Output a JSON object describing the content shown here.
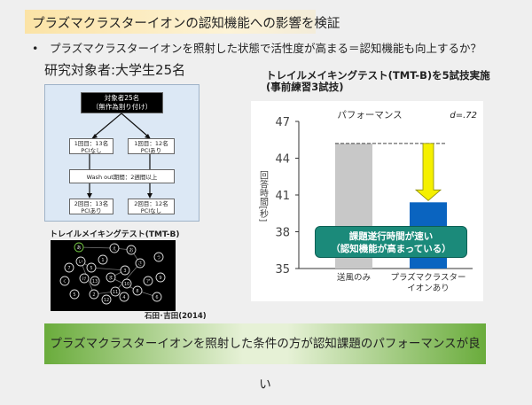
{
  "title": "プラズマクラスターイオンの認知機能への影響を検証",
  "bullet": "プラズマクラスターイオンを照射した状態で活性度が高まる＝認知機能も向上するか？",
  "bullet_mark": "•",
  "subjects": "研究対象者:大学生25名",
  "flow": {
    "top": [
      "対象者25名",
      "（無作為割り付け）"
    ],
    "g1a": [
      "1回目：13名",
      "PCIなし"
    ],
    "g2a": [
      "1回目：12名",
      "PCIあり"
    ],
    "washout": "Wash out期間：2週間以上",
    "g1b": [
      "2回目：13名",
      "PCIあり"
    ],
    "g2b": [
      "2回目：12名",
      "PCIなし"
    ]
  },
  "tmt_label": "トレイルメイキングテスト(TMT-B)",
  "tmt_nodes": [
    "あ",
    "え",
    "お",
    "1",
    "い",
    "う",
    "7",
    "5",
    "さ",
    "3",
    "く",
    "け",
    "ま",
    "13",
    "ア",
    "10",
    "9",
    "11",
    "8",
    "5",
    "2",
    "12",
    "4",
    "6"
  ],
  "citation": "石田･吉田(2014)",
  "right_title": [
    "トレイルメイキングテスト(TMT-B)を5試技実施",
    "(事前練習3試技)"
  ],
  "callout": [
    "課題遂行時間が速い",
    "（認知機能が高まっている）"
  ],
  "banner": "プラズマクラスターイオンを照射した条件の方が認知課題のパフォーマンスが良い",
  "chart_data": {
    "type": "bar",
    "title": "パフォーマンス",
    "annotation": "d=.72",
    "ylabel": "回答時間[秒]",
    "categories": [
      "送風のみ",
      "プラズマクラスター\nイオンあり"
    ],
    "values": [
      45.2,
      40.4
    ],
    "colors": [
      "#c8c8c8",
      "#0a64c0"
    ],
    "ylim": [
      35,
      47
    ],
    "yticks": [
      35,
      38,
      41,
      44,
      47
    ]
  }
}
